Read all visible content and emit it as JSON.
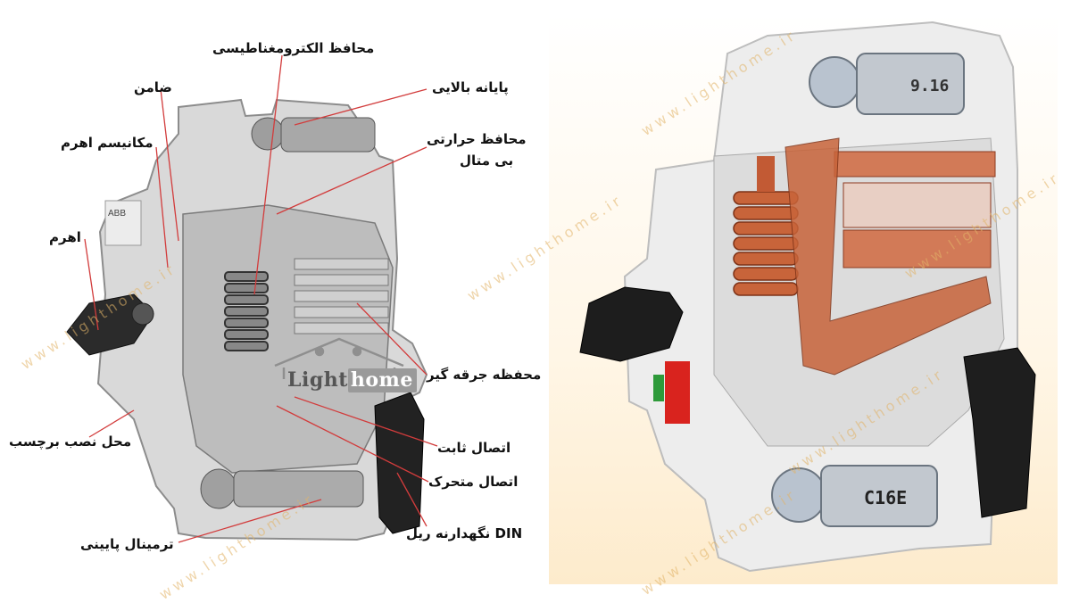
{
  "labels": {
    "electromagnetic": "محافظ الکترومغناطیسی",
    "top_terminal": "پایانه بالایی",
    "bimetal_line1": "محافظ حرارتی",
    "bimetal_line2": "بی متال",
    "guarantor": "ضامن",
    "lever_mechanism": "مکانیسم اهرم",
    "lever": "اهرم",
    "arc_chamber": "محفظه جرقه گیر",
    "label_place": "محل نصب برچسب",
    "fixed_contact": "اتصال ثابت",
    "moving_contact": "اتصال متحرک",
    "din_holder": "نگهدارنه ریل DIN",
    "bottom_terminal": "ترمینال پایینی"
  },
  "logo": {
    "part1": "Light",
    "part2": "home"
  },
  "watermark": "www.lighthome.ir",
  "device_marks": {
    "top_text": "9.16",
    "bottom_text": "C16E",
    "brand": "ABB"
  },
  "colors": {
    "leader": "#d23c3c",
    "accent": "#e2a64a",
    "copper": "#c8643a"
  }
}
